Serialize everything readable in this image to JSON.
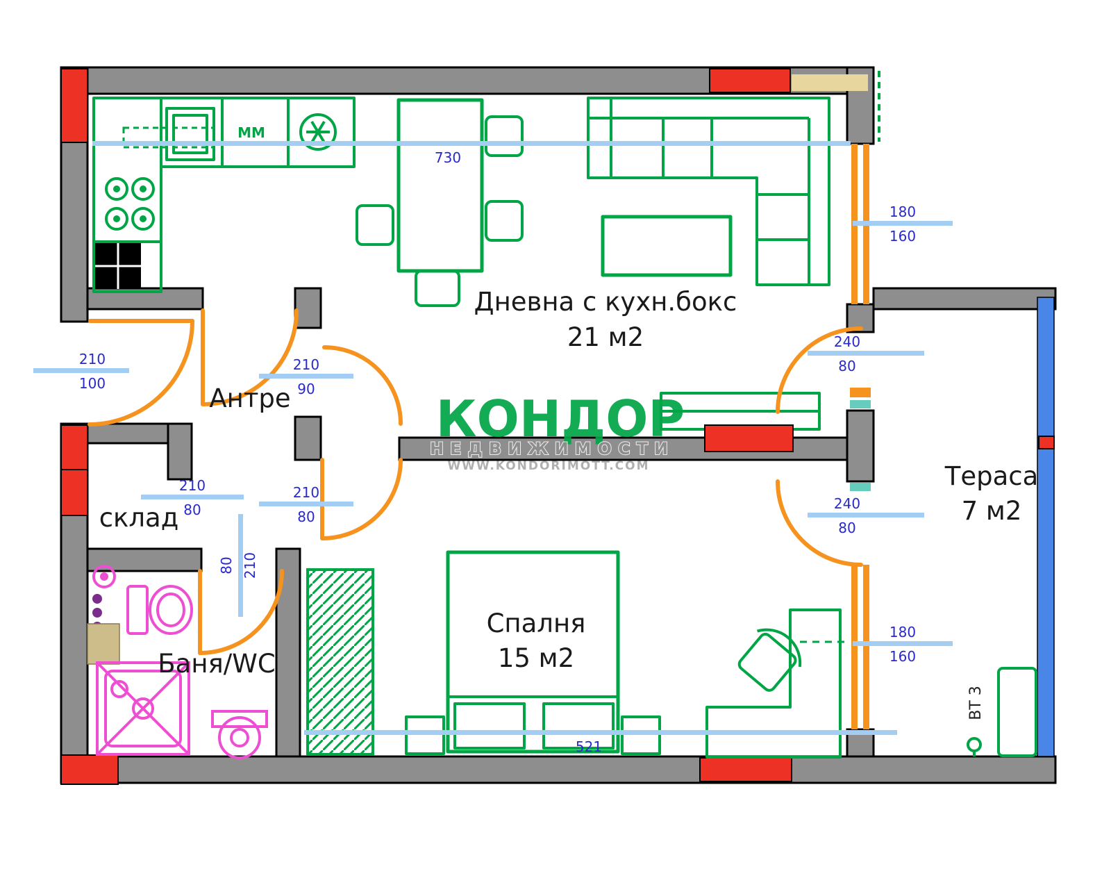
{
  "rooms": {
    "living": {
      "name": "Дневна с кухн.бокс",
      "area": "21 м2"
    },
    "hall": {
      "name": "Антре"
    },
    "storage": {
      "name": "склад"
    },
    "bath": {
      "name": "Баня/WC"
    },
    "bedroom": {
      "name": "Спалня",
      "area": "15 м2"
    },
    "terrace": {
      "name": "Тераса",
      "area": "7 м2"
    }
  },
  "dimensions": {
    "total_top": "730",
    "total_bottom": "521",
    "window_top_right": {
      "w": "180",
      "h": "160"
    },
    "terrace_door_top": {
      "h": "240",
      "w": "80"
    },
    "entry_door": {
      "h": "210",
      "w": "100"
    },
    "hall_door": {
      "h": "210",
      "w": "90"
    },
    "storage_door": {
      "h": "210",
      "w": "80"
    },
    "bedroom_door": {
      "h": "210",
      "w": "80"
    },
    "bath_door": {
      "w": "80",
      "h": "210"
    },
    "terrace_door_bottom": {
      "h": "240",
      "w": "80"
    },
    "window_bottom_right": {
      "w": "180",
      "h": "160"
    }
  },
  "annotations": {
    "vent": "ВТ 3",
    "appliance": "MM"
  },
  "watermark": {
    "brand": "КОНДОР",
    "line2": "НЕДВИЖИМОСТИ",
    "line3": "WWW.KONDORIMOTT.COM"
  },
  "colors": {
    "wall": "#8e8e8e",
    "furniture_green": "#00a546",
    "door_orange": "#f6921e",
    "window_red": "#ed3124",
    "fixture_pink": "#ee4fd2",
    "dot_purple": "#7b2d8b",
    "dim_line": "#a4cdf4",
    "dim_text": "#2929cc",
    "railing_blue": "#4a86e8",
    "beige": "#e7d79f",
    "tan": "#cdbd8a",
    "teal": "#66ccbb"
  }
}
